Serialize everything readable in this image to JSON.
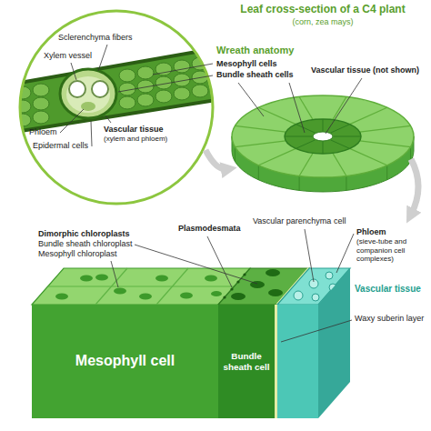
{
  "diagram": {
    "title": "Leaf cross-section of a C4 plant",
    "nodes": [
      {
        "text": [
          "Mesophyll cell"
        ]
      },
      {
        "text": [
          "Bundle sheath cell"
        ]
      }
    ],
    "labels": [
      "(corn, zea mays)",
      "Sclerenchyma fibers",
      "Xylem vessel",
      "Phloem",
      "Epidermal cells",
      "Vascular tissue",
      "(xylem and phloem)",
      "Wreath anatomy",
      "Mesophyll cells",
      "Bundle sheath cells",
      "Vascular tissue (not shown)",
      "Dimorphic chloroplasts",
      "Bundle sheath chloroplast",
      "Mesophyll chloroplast",
      "Plasmodesmata",
      "Vascular parenchyma cell",
      "Phloem",
      "(sieve-tube and companion cell complexes)",
      "Vascular tissue",
      "Waxy suberin layer"
    ]
  }
}
